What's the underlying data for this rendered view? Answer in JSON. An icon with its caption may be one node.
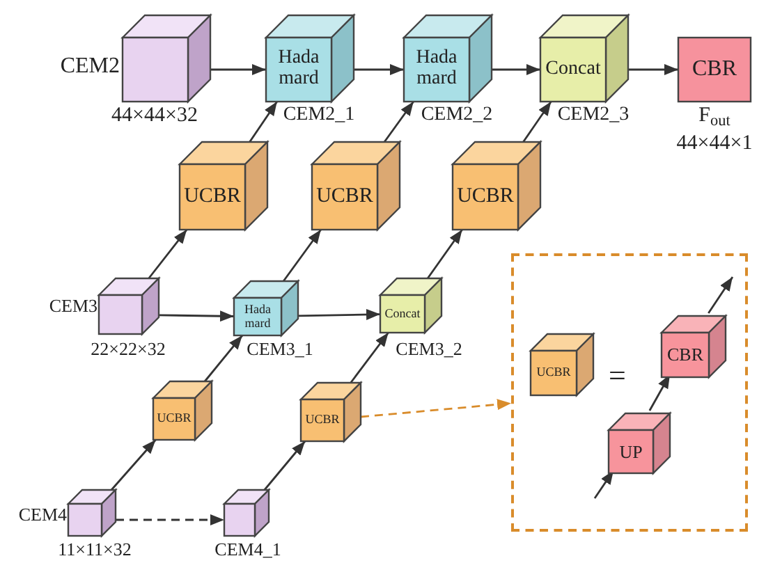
{
  "diagram": {
    "nodes": [
      {
        "text": [],
        "shape": "box",
        "beside": [
          "CEM2",
          "44×44×32"
        ]
      },
      {
        "text": [
          "Hada mard"
        ],
        "beside": [
          "CEM2_1"
        ]
      },
      {
        "text": [
          "Hada mard"
        ],
        "beside": [
          "CEM2_2"
        ]
      },
      {
        "text": [
          "Concat"
        ],
        "beside": [
          "CEM2_3"
        ]
      },
      {
        "text": [
          "CBR"
        ],
        "beside": [
          "F$_{out}$",
          "44×44×1"
        ]
      },
      {
        "text": [
          "UCBR"
        ]
      },
      {
        "text": [
          "UCBR"
        ]
      },
      {
        "text": [
          "UCBR"
        ]
      },
      {
        "text": [],
        "shape": "box",
        "beside": [
          "CEM3",
          "22×22×32"
        ]
      },
      {
        "text": [
          "Hada mard"
        ],
        "beside": [
          "CEM3_1"
        ]
      },
      {
        "text": [
          "Concat"
        ],
        "beside": [
          "CEM3_2"
        ]
      },
      {
        "text": [
          "UCBR"
        ]
      },
      {
        "text": [
          "UCBR"
        ]
      },
      {
        "text": [],
        "shape": "box",
        "beside": [
          "CEM4",
          "11×11×32"
        ]
      },
      {
        "text": [],
        "shape": "box",
        "beside": [
          "CEM4_1"
        ]
      },
      {
        "text": [],
        "shape": "box"
      },
      {
        "text": [
          "UCBR"
        ],
        "in": 15
      },
      {
        "text": [
          "CBR"
        ],
        "in": 15
      },
      {
        "text": [
          "UP"
        ],
        "in": 15
      }
    ],
    "edges": [
      {
        "from": 0,
        "to": 1,
        "arrow": "to"
      },
      {
        "from": 1,
        "to": 2,
        "arrow": "to"
      },
      {
        "from": 2,
        "to": 3,
        "arrow": "to"
      },
      {
        "from": 3,
        "to": 4,
        "arrow": "to"
      },
      {
        "from": 5,
        "to": 1,
        "arrow": "to"
      },
      {
        "from": 6,
        "to": 2,
        "arrow": "to"
      },
      {
        "from": 7,
        "to": 3,
        "arrow": "to"
      },
      {
        "from": 8,
        "to": 9,
        "arrow": "to"
      },
      {
        "from": 9,
        "to": 10,
        "arrow": "to"
      },
      {
        "from": 8,
        "to": 5,
        "arrow": "to"
      },
      {
        "from": 9,
        "to": 6,
        "arrow": "to"
      },
      {
        "from": 10,
        "to": 7,
        "arrow": "to"
      },
      {
        "from": 11,
        "to": 9,
        "arrow": "to"
      },
      {
        "from": 12,
        "to": 10,
        "arrow": "to"
      },
      {
        "from": 13,
        "to": 11,
        "arrow": "to"
      },
      {
        "from": 14,
        "to": 12,
        "arrow": "to"
      },
      {
        "from": 13,
        "to": 14,
        "arrow": "to",
        "style": "dashed"
      },
      {
        "from": 12,
        "to": 15,
        "arrow": "to",
        "style": "dashed",
        "color": "#d98c2b"
      },
      {
        "from": 18,
        "to": 17,
        "arrow": "to"
      },
      {
        "from": null,
        "to": 18,
        "arrow": "to"
      },
      {
        "from": 17,
        "to": null,
        "arrow": "to"
      }
    ],
    "labels": [
      "="
    ]
  }
}
